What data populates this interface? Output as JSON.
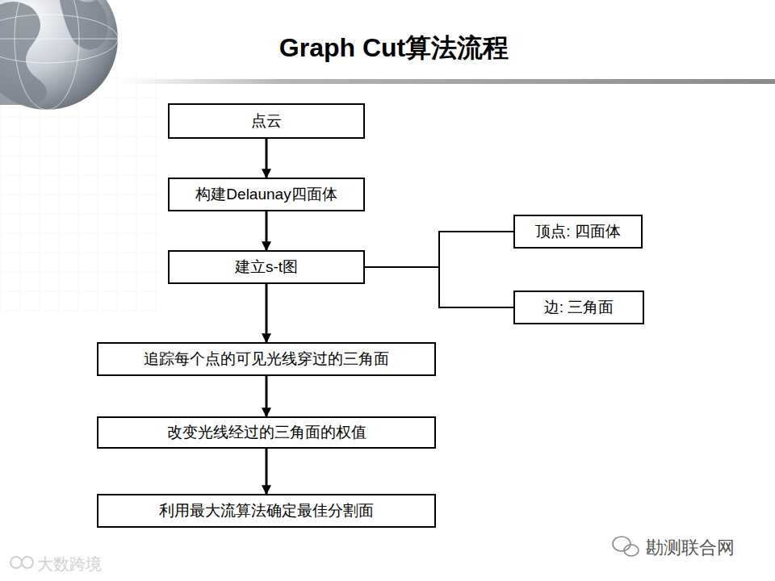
{
  "diagram": {
    "title": "Graph Cut算法流程",
    "nodes": [
      {
        "text": [
          "点云"
        ]
      },
      {
        "text": [
          "构建Delaunay四面体"
        ]
      },
      {
        "text": [
          "建立s-t图"
        ]
      },
      {
        "text": [
          "顶点: 四面体"
        ]
      },
      {
        "text": [
          "边: 三角面"
        ]
      },
      {
        "text": [
          "追踪每个点的可见光线穿过的三角面"
        ]
      },
      {
        "text": [
          "改变光线经过的三角面的权值"
        ]
      },
      {
        "text": [
          "利用最大流算法确定最佳分割面"
        ]
      }
    ],
    "edges": [
      {
        "from": 0,
        "to": 1,
        "arrow": "to"
      },
      {
        "from": 1,
        "to": 2,
        "arrow": "to"
      },
      {
        "from": 2,
        "to": 3,
        "arrow": "none"
      },
      {
        "from": 2,
        "to": 4,
        "arrow": "none"
      },
      {
        "from": 2,
        "to": 5,
        "arrow": "to"
      },
      {
        "from": 5,
        "to": 6,
        "arrow": "to"
      },
      {
        "from": 6,
        "to": 7,
        "arrow": "to"
      }
    ],
    "labels": [
      "勘测联合网",
      "大数跨境"
    ]
  }
}
